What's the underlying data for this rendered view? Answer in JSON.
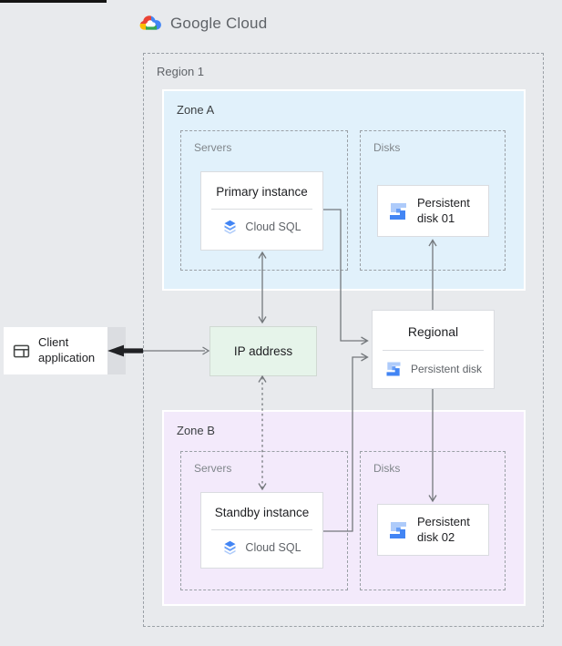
{
  "logo": {
    "text": "Google Cloud",
    "icon": "google-cloud-logo-icon"
  },
  "region": {
    "label": "Region 1"
  },
  "zone_a": {
    "label": "Zone A",
    "servers_label": "Servers",
    "disks_label": "Disks",
    "instance": {
      "title": "Primary instance",
      "product": "Cloud SQL",
      "icon": "cloud-sql-icon"
    },
    "disk": {
      "title": "Persistent disk 01",
      "icon": "persistent-disk-icon"
    }
  },
  "zone_b": {
    "label": "Zone B",
    "servers_label": "Servers",
    "disks_label": "Disks",
    "instance": {
      "title": "Standby instance",
      "product": "Cloud SQL",
      "icon": "cloud-sql-icon"
    },
    "disk": {
      "title": "Persistent disk 02",
      "icon": "persistent-disk-icon"
    }
  },
  "ip_box": {
    "label": "IP address"
  },
  "regional_disk": {
    "title": "Regional",
    "subtitle": "Persistent disk",
    "icon": "persistent-disk-icon"
  },
  "client": {
    "label": "Client application",
    "icon": "client-app-window-icon"
  },
  "connections": [
    {
      "from": "client-application",
      "to": "ip-address",
      "style": "solid-bidirectional-bold-left-head"
    },
    {
      "from": "ip-address",
      "to": "primary-instance",
      "style": "solid-bidirectional"
    },
    {
      "from": "ip-address",
      "to": "standby-instance",
      "style": "dotted-bidirectional"
    },
    {
      "from": "primary-instance",
      "to": "regional-persistent-disk",
      "style": "solid-arrow"
    },
    {
      "from": "standby-instance",
      "to": "regional-persistent-disk",
      "style": "solid-arrow"
    },
    {
      "from": "regional-persistent-disk",
      "to": "persistent-disk-01",
      "style": "solid-arrow"
    },
    {
      "from": "regional-persistent-disk",
      "to": "persistent-disk-02",
      "style": "solid-arrow"
    }
  ],
  "colors": {
    "page_bg": "#e8eaed",
    "zone_a_bg": "#e1f1fb",
    "zone_b_bg": "#f3eafb",
    "ip_bg": "#e6f4ea",
    "card_border": "#dadce0",
    "dash_border": "#9aa0a6",
    "line_color": "#74787c",
    "blue_500": "#4285f4",
    "blue_300": "#669df6",
    "blue_100": "#aecbfa",
    "logo_red": "#ea4335",
    "logo_yellow": "#fbbc04",
    "logo_green": "#34a853",
    "logo_blue": "#4285f4"
  }
}
